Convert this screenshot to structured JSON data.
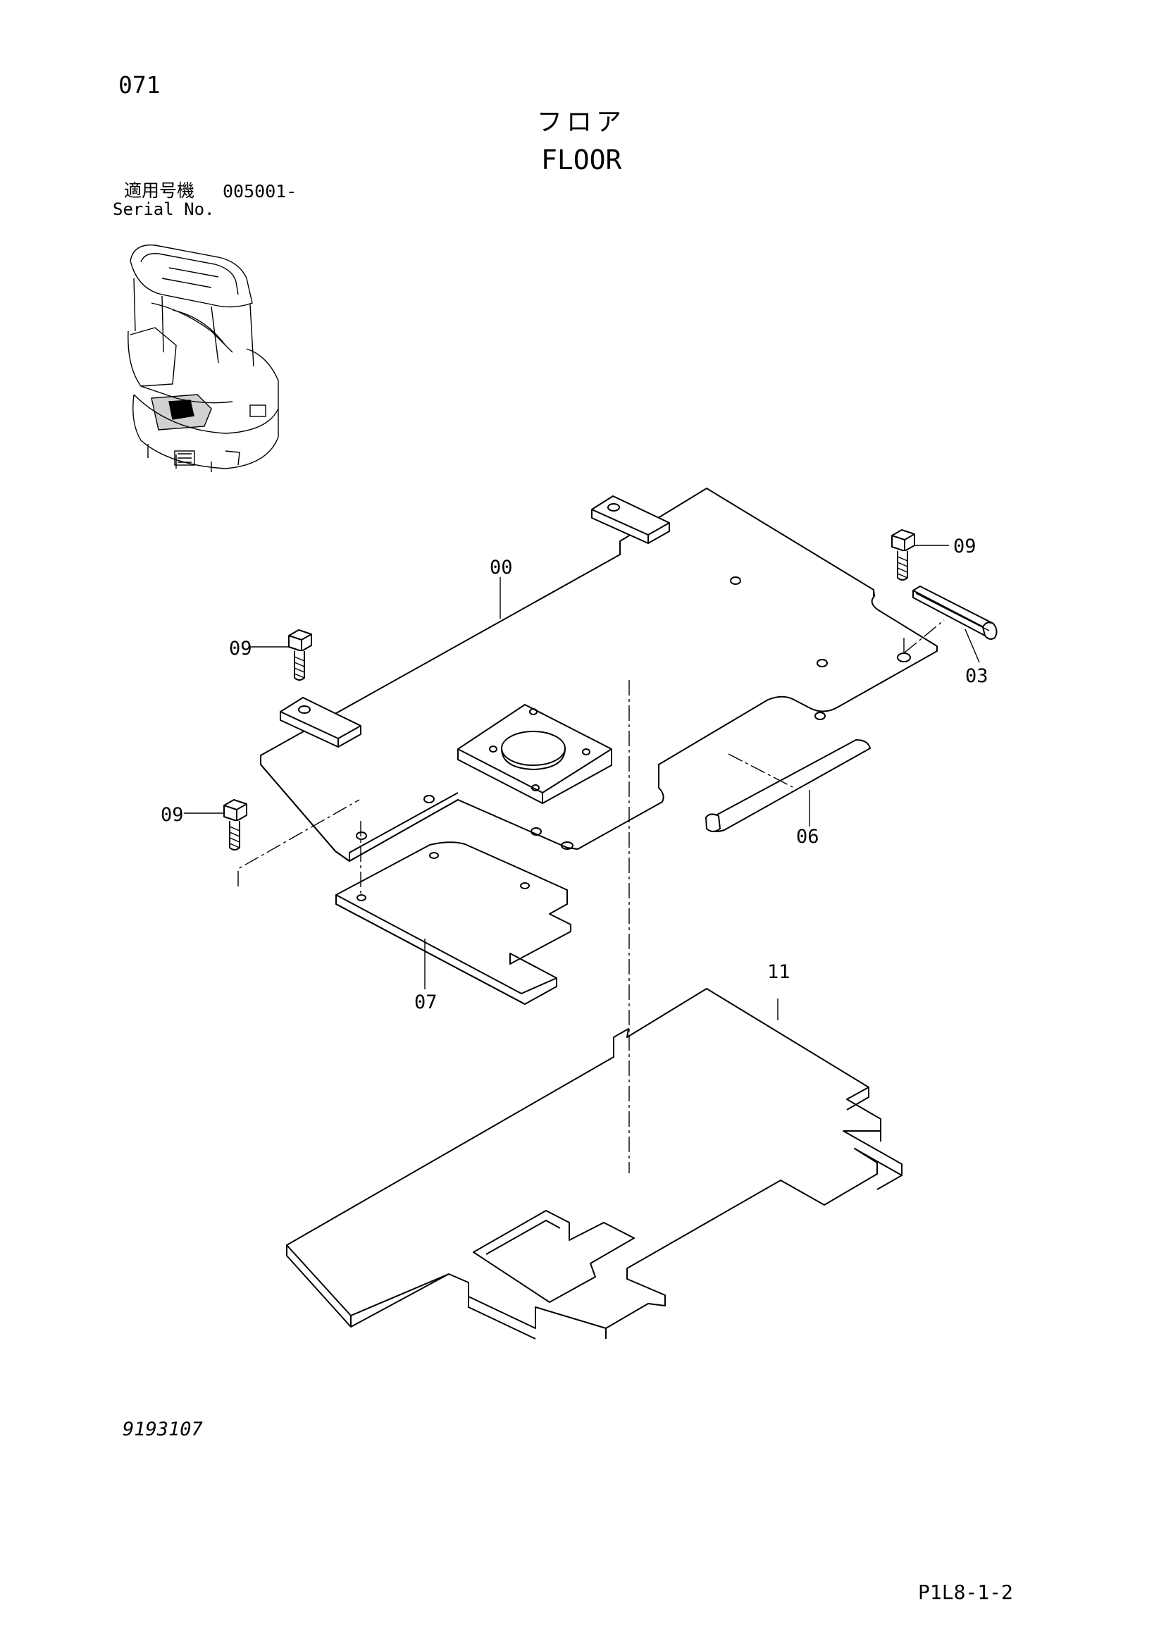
{
  "header": {
    "page_number": "071",
    "title_jp": "フロア",
    "title_en": "FLOOR",
    "serial_label_jp": "適用号機",
    "serial_value": "005001-",
    "serial_label_en": "Serial No."
  },
  "callouts": [
    "00",
    "09",
    "09",
    "09",
    "03",
    "06",
    "07",
    "11"
  ],
  "footer": {
    "drawing_number": "9193107",
    "page_code": "P1L8-1-2"
  }
}
